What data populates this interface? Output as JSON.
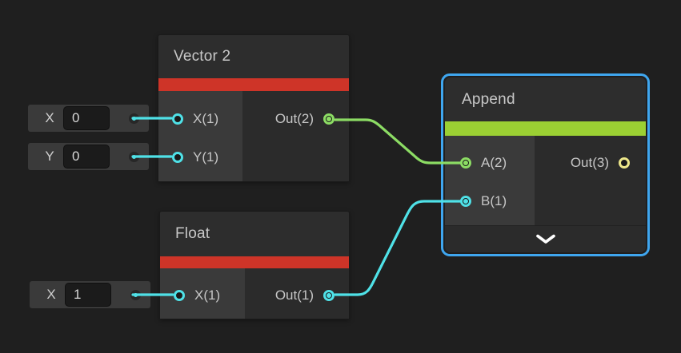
{
  "app": {
    "name": "shader-graph-node-canvas"
  },
  "colors": {
    "background": "#1f1f1f",
    "node_header": "#2d2d2d",
    "node_input_column": "#3a3a3a",
    "node_output_column": "#2b2b2b",
    "selection_blue": "#3fa6ef",
    "wire_cyan": "#4fe1e7",
    "wire_green": "#8cdc64",
    "port_yellow": "#ede78a",
    "accent_red": "#ce3428",
    "accent_green": "#9bd033"
  },
  "widgets": {
    "x0": {
      "label": "X",
      "value": "0"
    },
    "y0": {
      "label": "Y",
      "value": "0"
    },
    "x1": {
      "label": "X",
      "value": "1"
    }
  },
  "nodes": {
    "vector2": {
      "title": "Vector 2",
      "accent": "#ce3428",
      "inputs": [
        {
          "label": "X(1)",
          "type_color": "#4fe1e7",
          "connected": false
        },
        {
          "label": "Y(1)",
          "type_color": "#4fe1e7",
          "connected": false
        }
      ],
      "outputs": [
        {
          "label": "Out(2)",
          "type_color": "#8cdc64",
          "connected": true
        }
      ]
    },
    "float": {
      "title": "Float",
      "accent": "#ce3428",
      "inputs": [
        {
          "label": "X(1)",
          "type_color": "#4fe1e7",
          "connected": false
        }
      ],
      "outputs": [
        {
          "label": "Out(1)",
          "type_color": "#4fe1e7",
          "connected": true
        }
      ]
    },
    "append": {
      "title": "Append",
      "accent": "#9bd033",
      "selected": true,
      "inputs": [
        {
          "label": "A(2)",
          "type_color": "#8cdc64",
          "connected": true
        },
        {
          "label": "B(1)",
          "type_color": "#4fe1e7",
          "connected": true
        }
      ],
      "outputs": [
        {
          "label": "Out(3)",
          "type_color": "#ede78a",
          "connected": false
        }
      ],
      "expander_icon": "chevron-down"
    }
  },
  "wires": [
    {
      "from": "Vector 2 Out(2)",
      "to": "Append A(2)",
      "color": "#8cdc64"
    },
    {
      "from": "Float Out(1)",
      "to": "Append B(1)",
      "color": "#4fe1e7"
    },
    {
      "from": "widget X 0",
      "to": "Vector 2 X(1)",
      "color": "#4fe1e7"
    },
    {
      "from": "widget Y 0",
      "to": "Vector 2 Y(1)",
      "color": "#4fe1e7"
    },
    {
      "from": "widget X 1",
      "to": "Float X(1)",
      "color": "#4fe1e7"
    }
  ]
}
